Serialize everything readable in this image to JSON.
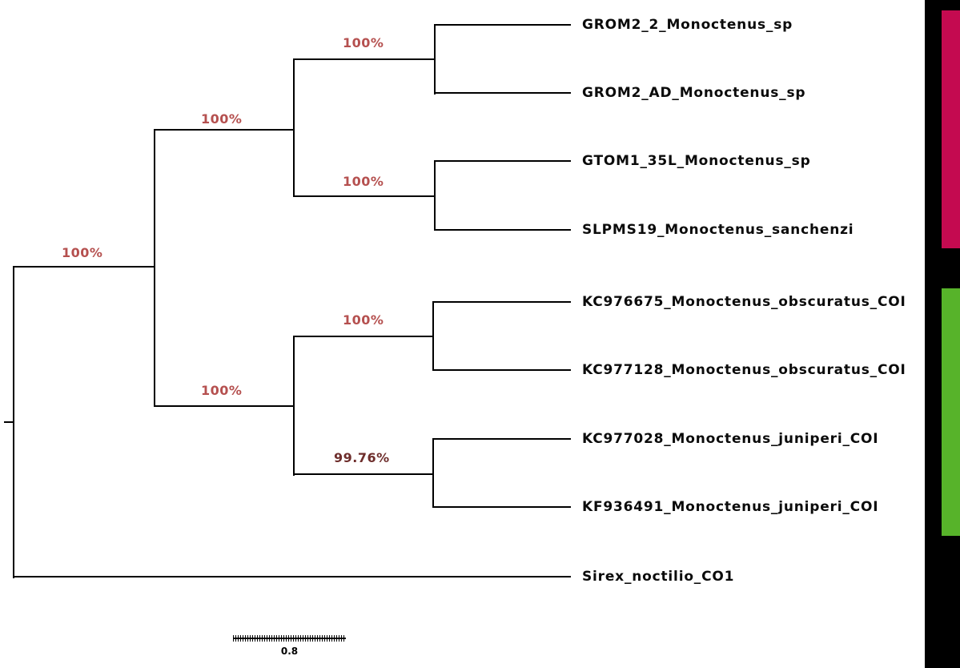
{
  "figure": {
    "type": "phylogenetic_tree",
    "background": "#ffffff"
  },
  "colors": {
    "branch": "#000000",
    "support_label": "#b5504f",
    "support_label_dark": "#6e2e2c",
    "taxon_text": "#0b0b0b",
    "edge_strip_black": "#000000",
    "edge_bar_crimson": "#c40a50",
    "edge_bar_green": "#57b32a"
  },
  "tree": {
    "taxa": [
      {
        "label": "GROM2_2_Monoctenus_sp"
      },
      {
        "label": "GROM2_AD_Monoctenus_sp"
      },
      {
        "label": "GTOM1_35L_Monoctenus_sp"
      },
      {
        "label": "SLPMS19_Monoctenus_sanchenzi"
      },
      {
        "label": "KC976675_Monoctenus_obscuratus_COI"
      },
      {
        "label": "KC977128_Monoctenus_obscuratus_COI"
      },
      {
        "label": "KC977028_Monoctenus_juniperi_COI"
      },
      {
        "label": "KF936491_Monoctenus_juniperi_COI"
      },
      {
        "label": "Sirex_noctilio_CO1"
      }
    ],
    "supports": [
      {
        "value": "100%",
        "node": "grom2-pair"
      },
      {
        "value": "100%",
        "node": "monoctenus-sp-clade"
      },
      {
        "value": "100%",
        "node": "gtom-slpms-pair"
      },
      {
        "value": "100%",
        "node": "monoctenus-crown"
      },
      {
        "value": "100%",
        "node": "obscuratus-pair"
      },
      {
        "value": "100%",
        "node": "obscuratus-juniperi-clade"
      },
      {
        "value": "99.76%",
        "node": "juniperi-pair"
      }
    ],
    "scale_bar": {
      "label": "0.8"
    },
    "topology_newick": "(((GROM2_2_Monoctenus_sp,GROM2_AD_Monoctenus_sp)100%,(GTOM1_35L_Monoctenus_sp,SLPMS19_Monoctenus_sanchenzi)100%)100%,((KC976675_Monoctenus_obscuratus_COI,KC977128_Monoctenus_obscuratus_COI)100%,(KC977028_Monoctenus_juniperi_COI,KF936491_Monoctenus_juniperi_COI)99.76%)100%,Sirex_noctilio_CO1);"
  }
}
